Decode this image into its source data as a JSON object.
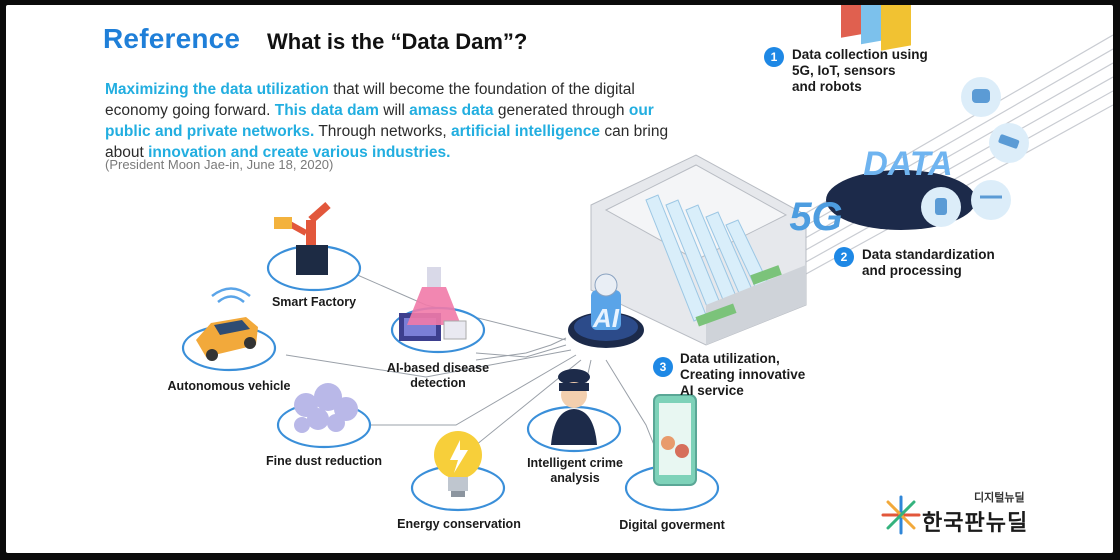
{
  "header": {
    "reference_label": "Reference",
    "title": "What is the “Data Dam”?"
  },
  "quote": {
    "seg1": "Maximizing the data utilization",
    "seg2": " that will become the foundation of the digital economy going forward. ",
    "seg3": "This data dam",
    "seg4": " will ",
    "seg5": "amass data",
    "seg6": " generated through ",
    "seg7": "our public and private networks.",
    "seg8": " Through networks, ",
    "seg9": "artificial intelligence",
    "seg10": " can bring about ",
    "seg11": "innovation and create various industries.",
    "citation": "(President Moon Jae-in, June 18, 2020)"
  },
  "steps": [
    {
      "number": "1",
      "line1": "Data collection using",
      "line2": "5G, IoT, sensors",
      "line3": "and robots"
    },
    {
      "number": "2",
      "line1": "Data standardization",
      "line2": "and processing"
    },
    {
      "number": "3",
      "line1": "Data utilization,",
      "line2": "Creating innovative",
      "line3": "AI service"
    }
  ],
  "services": {
    "smart_factory": "Smart Factory",
    "ai_disease_line1": "AI-based disease",
    "ai_disease_line2": "detection",
    "autonomous_vehicle": "Autonomous vehicle",
    "fine_dust": "Fine dust reduction",
    "energy": "Energy conservation",
    "crime_line1": "Intelligent crime",
    "crime_line2": "analysis",
    "digital_gov": "Digital goverment"
  },
  "illustration": {
    "ai_text": "AI",
    "data_text": "DATA",
    "fiveg_text": "5G"
  },
  "brand": {
    "subtitle": "디지털뉴딜",
    "name": "한국판뉴딜"
  },
  "colors": {
    "accent_blue": "#1f7fd8",
    "highlight_cyan": "#22aee0",
    "step_badge": "#1e88e5"
  }
}
